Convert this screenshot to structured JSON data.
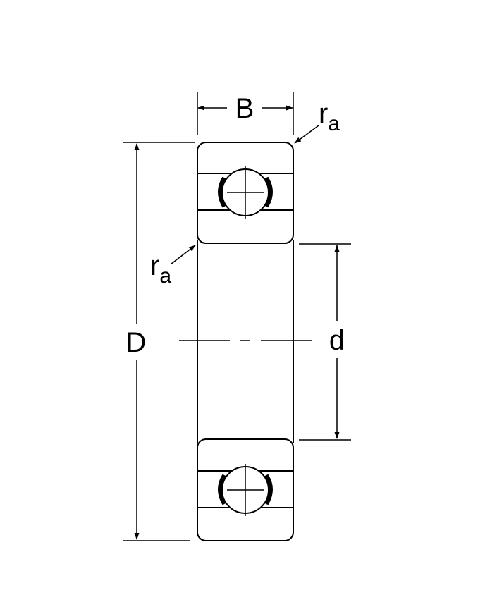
{
  "diagram": {
    "labels": {
      "width": "B",
      "outer_diameter": "D",
      "bore_diameter": "d",
      "radius_top": {
        "main": "r",
        "sub": "a"
      },
      "radius_left": {
        "main": "r",
        "sub": "a"
      }
    },
    "colors": {
      "stroke": "#000000",
      "background": "#ffffff"
    }
  }
}
